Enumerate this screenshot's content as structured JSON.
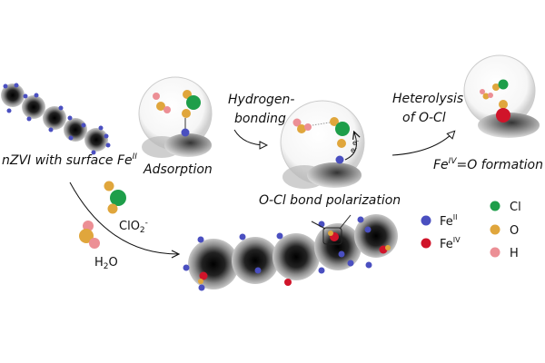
{
  "labels": {
    "nzvi": "nZVI with surface Fe",
    "nzvi_sup": "II",
    "adsorption": "Adsorption",
    "hbond_1": "Hydrogen-",
    "hbond_2": "bonding",
    "polarization": "O-Cl bond polarization",
    "heterolysis_1": "Heterolysis",
    "heterolysis_2": "of O-Cl",
    "feo_pre": "Fe",
    "feo_sup": "IV",
    "feo_post": "=O formation",
    "clo2": "ClO",
    "clo2_sub": "2",
    "clo2_sup": "-",
    "h2o_h": "H",
    "h2o_sub": "2",
    "h2o_o": "O",
    "electron": "e",
    "electron_sup": "-"
  },
  "legend": [
    {
      "label": "Fe",
      "sup": "II",
      "color": "#4a4fc0"
    },
    {
      "label": "Fe",
      "sup": "IV",
      "color": "#d0142a"
    },
    {
      "label": "Cl",
      "sup": "",
      "color": "#1e9e4a"
    },
    {
      "label": "O",
      "sup": "",
      "color": "#e0a63c"
    },
    {
      "label": "H",
      "sup": "",
      "color": "#ec8f95"
    }
  ]
}
